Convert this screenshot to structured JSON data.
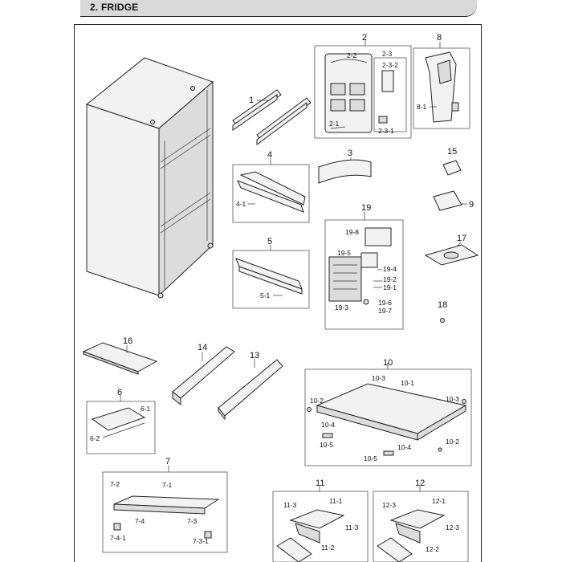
{
  "header": {
    "title": "2. FRIDGE"
  },
  "callouts": {
    "c1": "1",
    "c2": "2",
    "c2_2": "2-2",
    "c2_3": "2-3",
    "c2_3_2": "2-3-2",
    "c2_1": "2-1",
    "c2_3_1": "2-3-1",
    "c3": "3",
    "c4": "4",
    "c4_1": "4-1",
    "c5": "5",
    "c5_1": "5-1",
    "c6": "6",
    "c6_1": "6-1",
    "c6_2": "6-2",
    "c7": "7",
    "c7_1": "7-1",
    "c7_2": "7-2",
    "c7_3": "7-3",
    "c7_3_1": "7-3-1",
    "c7_4": "7-4",
    "c7_4_1": "7-4-1",
    "c8": "8",
    "c8_1": "8-1",
    "c9": "9",
    "c10": "10",
    "c10_1": "10-1",
    "c10_2a": "10-2",
    "c10_2b": "10-2",
    "c10_3a": "10-3",
    "c10_3b": "10-3",
    "c10_4a": "10-4",
    "c10_4b": "10-4",
    "c10_5a": "10-5",
    "c10_5b": "10-5",
    "c11": "11",
    "c11_1": "11-1",
    "c11_2": "11-2",
    "c11_3a": "11-3",
    "c11_3b": "11-3",
    "c12": "12",
    "c12_1": "12-1",
    "c12_2": "12-2",
    "c12_3a": "12-3",
    "c12_3b": "12-3",
    "c13": "13",
    "c14": "14",
    "c15": "15",
    "c16": "16",
    "c17": "17",
    "c18": "18",
    "c19": "19",
    "c19_1": "19-1",
    "c19_2": "19-2",
    "c19_3": "19-3",
    "c19_4": "19-4",
    "c19_5": "19-5",
    "c19_6": "19-6",
    "c19_7": "19-7",
    "c19_8": "19-8"
  }
}
